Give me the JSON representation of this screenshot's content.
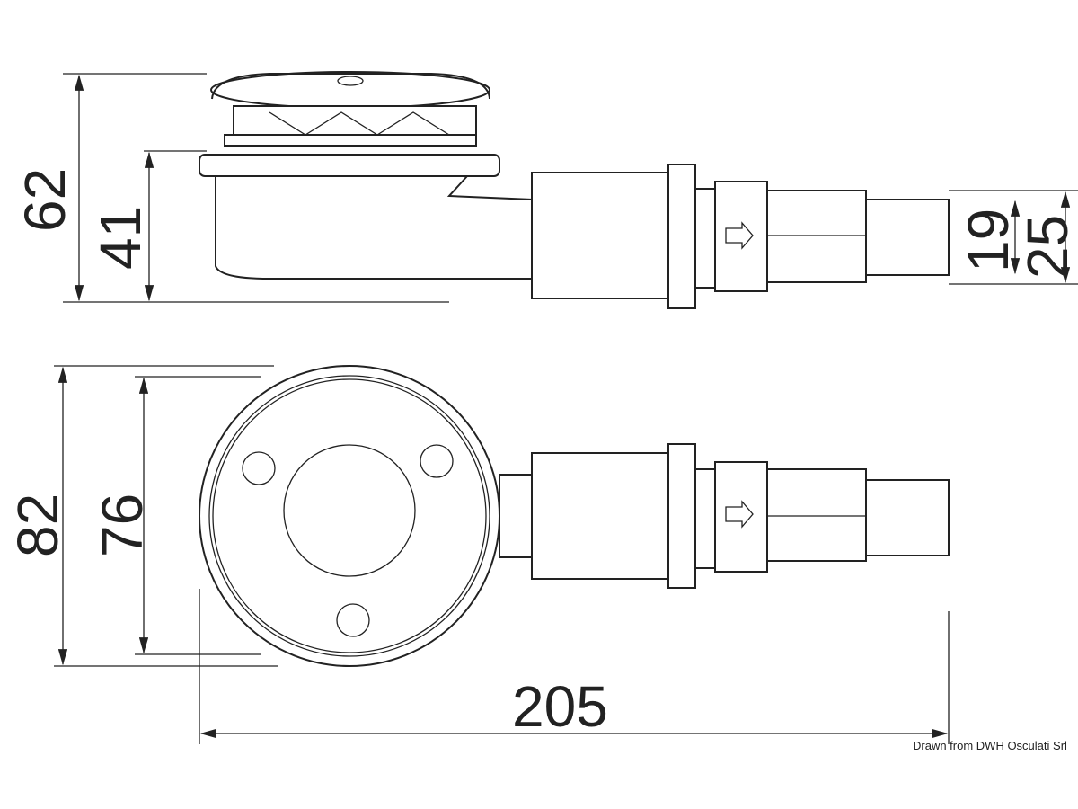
{
  "drawing": {
    "dimensions": {
      "side_total_height": "62",
      "side_body_height": "41",
      "outlet_inner": "19",
      "outlet_outer": "25",
      "top_outer_diameter": "82",
      "top_inner_diameter": "76",
      "overall_length": "205"
    },
    "caption": "Drawn from DWH Osculati Srl"
  }
}
